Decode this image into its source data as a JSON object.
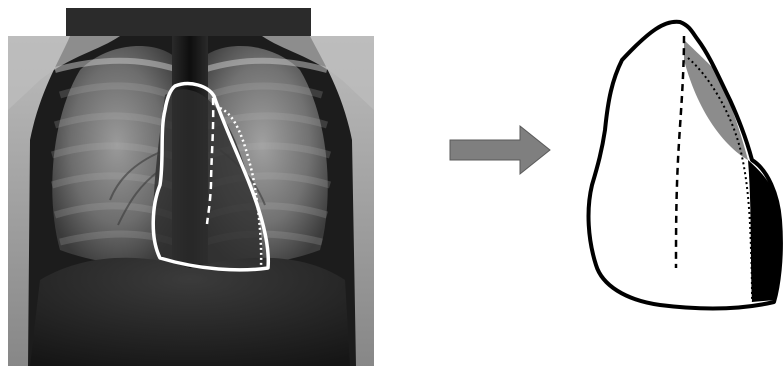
{
  "figure": {
    "left_panel": "chest-radiograph-with-heart-outline",
    "middle": "right-arrow",
    "right_panel": "heart-outline-schematic"
  },
  "colors": {
    "background": "#ffffff",
    "xray_dark": "#1a1a1a",
    "xray_mid": "#6f6f6f",
    "xray_light": "#c8c8c8",
    "outline_on_xray": "#ffffff",
    "arrow_fill": "#7f7f7f",
    "arrow_edge": "#5a5a5a",
    "schematic_stroke": "#000000",
    "shade_grey": "#8c8c8c",
    "shade_black": "#000000"
  },
  "legend_marks": {
    "solid_outline": "solid",
    "dashed_midline": "dashed",
    "dotted_border": "dotted"
  }
}
